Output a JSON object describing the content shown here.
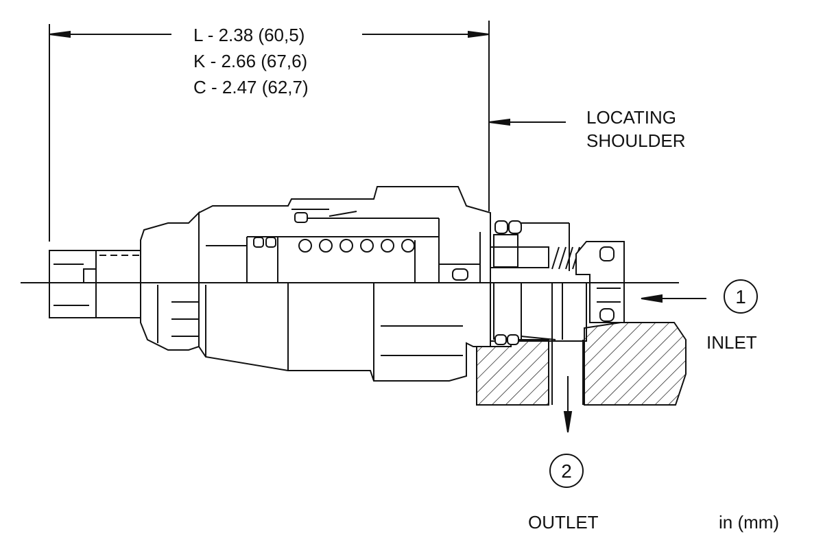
{
  "dimensions": {
    "lines": [
      "L - 2.38 (60,5)",
      "K - 2.66 (67,6)",
      "C - 2.47 (62,7)"
    ]
  },
  "callouts": {
    "locating_shoulder": [
      "LOCATING",
      "SHOULDER"
    ]
  },
  "ports": [
    {
      "number": "1",
      "label": "INLET"
    },
    {
      "number": "2",
      "label": "OUTLET"
    }
  ],
  "units": "in (mm)",
  "colors": {
    "ink": "#111111",
    "background": "#ffffff"
  }
}
